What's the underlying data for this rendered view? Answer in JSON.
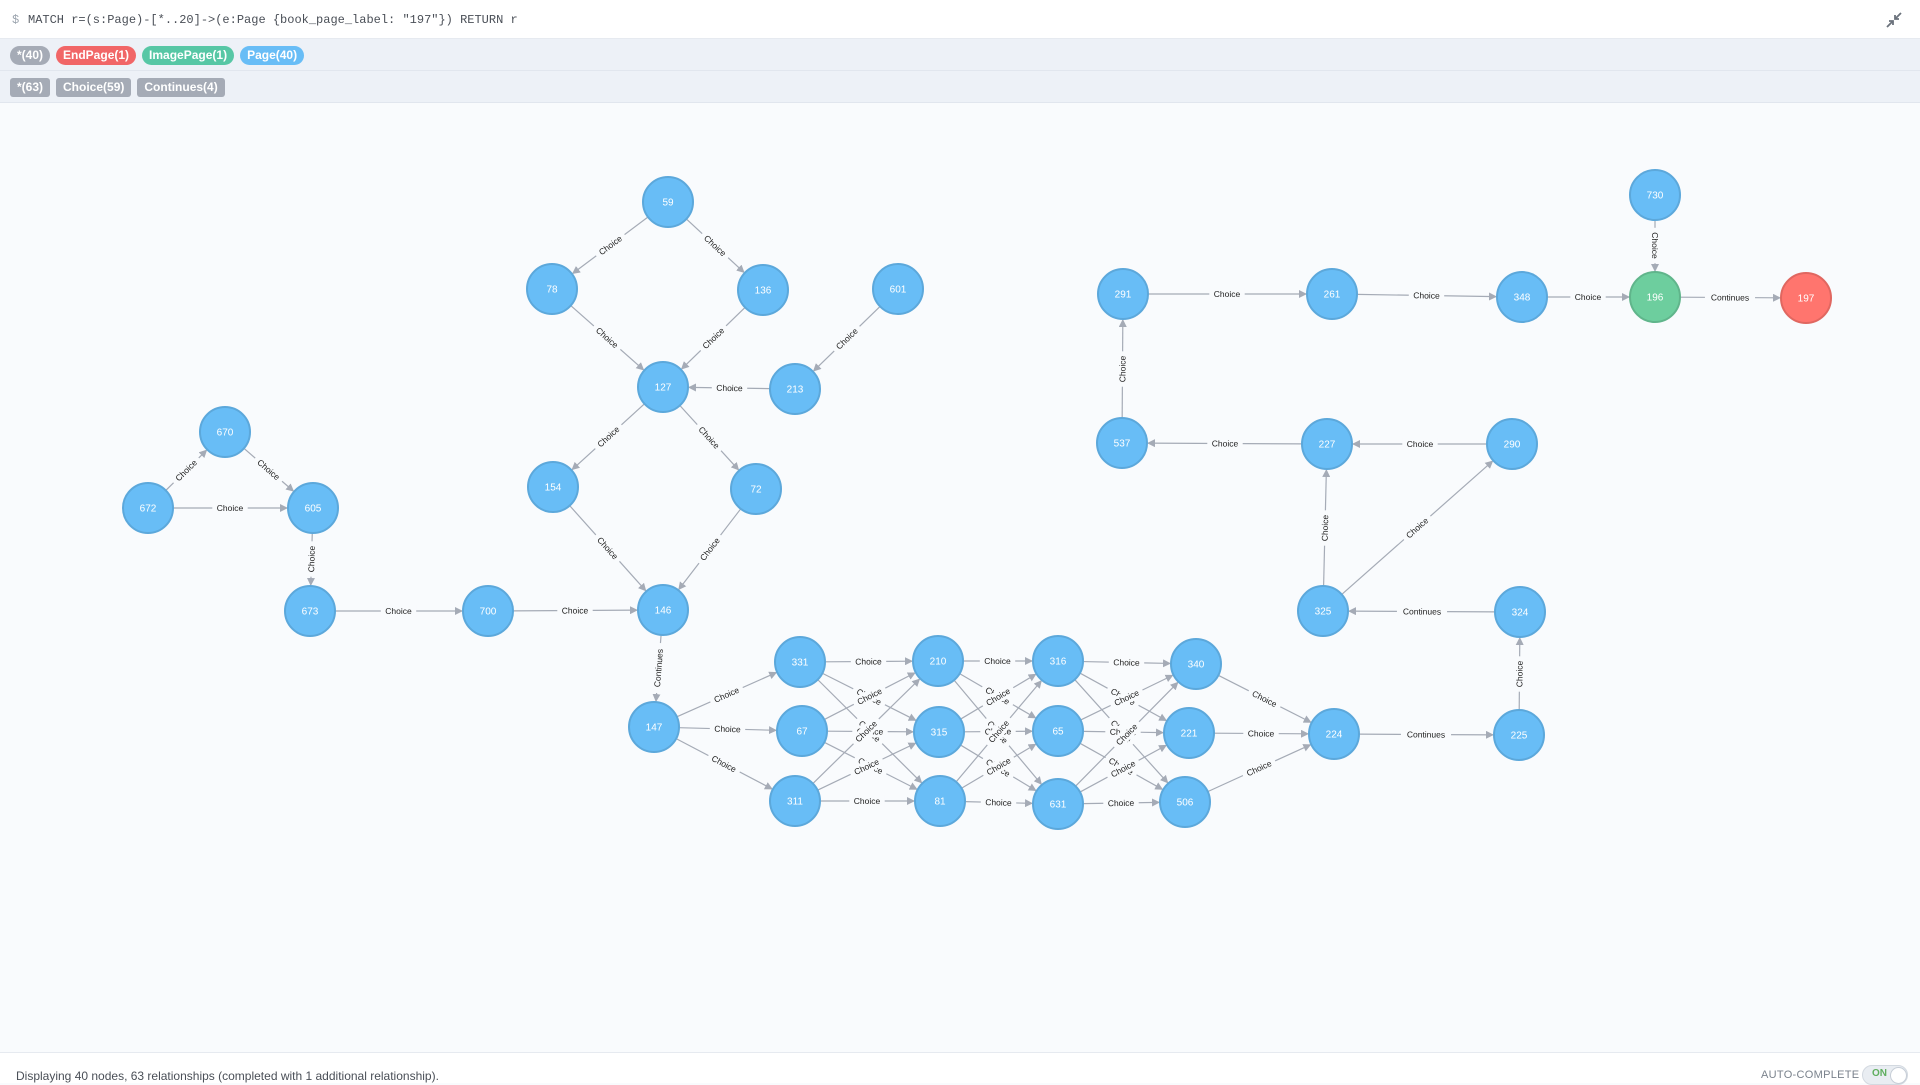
{
  "query": {
    "prompt": "$",
    "text": "MATCH r=(s:Page)-[*..20]->(e:Page {book_page_label: \"197\"}) RETURN r"
  },
  "node_labels": [
    {
      "text": "*(40)",
      "color": "#a5abb6"
    },
    {
      "text": "EndPage(1)",
      "color": "#f16667"
    },
    {
      "text": "ImagePage(1)",
      "color": "#57c7a5"
    },
    {
      "text": "Page(40)",
      "color": "#68bdf6"
    }
  ],
  "relationship_types": [
    {
      "text": "*(63)",
      "color": "#a5abb6"
    },
    {
      "text": "Choice(59)",
      "color": "#a5abb6"
    },
    {
      "text": "Continues(4)",
      "color": "#a5abb6"
    }
  ],
  "colors": {
    "page": "#68bdf6",
    "page_border": "#5ca8db",
    "image_page": "#6dce9e",
    "image_page_border": "#60b58b",
    "end_page": "#ff756e",
    "end_page_border": "#e06760",
    "edge": "#a5abb6"
  },
  "graph": {
    "nodes": [
      {
        "id": "59",
        "type": "page"
      },
      {
        "id": "78",
        "type": "page"
      },
      {
        "id": "136",
        "type": "page"
      },
      {
        "id": "601",
        "type": "page"
      },
      {
        "id": "127",
        "type": "page"
      },
      {
        "id": "213",
        "type": "page"
      },
      {
        "id": "154",
        "type": "page"
      },
      {
        "id": "72",
        "type": "page"
      },
      {
        "id": "670",
        "type": "page"
      },
      {
        "id": "672",
        "type": "page"
      },
      {
        "id": "605",
        "type": "page"
      },
      {
        "id": "673",
        "type": "page"
      },
      {
        "id": "700",
        "type": "page"
      },
      {
        "id": "146",
        "type": "page"
      },
      {
        "id": "147",
        "type": "page"
      },
      {
        "id": "331",
        "type": "page"
      },
      {
        "id": "67",
        "type": "page"
      },
      {
        "id": "311",
        "type": "page"
      },
      {
        "id": "210",
        "type": "page"
      },
      {
        "id": "315",
        "type": "page"
      },
      {
        "id": "81",
        "type": "page"
      },
      {
        "id": "316",
        "type": "page"
      },
      {
        "id": "65",
        "type": "page"
      },
      {
        "id": "631",
        "type": "page"
      },
      {
        "id": "340",
        "type": "page"
      },
      {
        "id": "221",
        "type": "page"
      },
      {
        "id": "506",
        "type": "page"
      },
      {
        "id": "224",
        "type": "page"
      },
      {
        "id": "225",
        "type": "page"
      },
      {
        "id": "324",
        "type": "page"
      },
      {
        "id": "325",
        "type": "page"
      },
      {
        "id": "227",
        "type": "page"
      },
      {
        "id": "290",
        "type": "page"
      },
      {
        "id": "537",
        "type": "page"
      },
      {
        "id": "291",
        "type": "page"
      },
      {
        "id": "261",
        "type": "page"
      },
      {
        "id": "348",
        "type": "page"
      },
      {
        "id": "730",
        "type": "page"
      },
      {
        "id": "196",
        "type": "image"
      },
      {
        "id": "197",
        "type": "end"
      }
    ],
    "edges": [
      {
        "from": "59",
        "to": "78",
        "type": "Choice"
      },
      {
        "from": "59",
        "to": "136",
        "type": "Choice"
      },
      {
        "from": "78",
        "to": "127",
        "type": "Choice"
      },
      {
        "from": "136",
        "to": "127",
        "type": "Choice"
      },
      {
        "from": "601",
        "to": "213",
        "type": "Choice"
      },
      {
        "from": "213",
        "to": "127",
        "type": "Choice"
      },
      {
        "from": "127",
        "to": "154",
        "type": "Choice"
      },
      {
        "from": "127",
        "to": "72",
        "type": "Choice"
      },
      {
        "from": "154",
        "to": "146",
        "type": "Choice"
      },
      {
        "from": "72",
        "to": "146",
        "type": "Choice"
      },
      {
        "from": "672",
        "to": "670",
        "type": "Choice"
      },
      {
        "from": "670",
        "to": "605",
        "type": "Choice"
      },
      {
        "from": "672",
        "to": "605",
        "type": "Choice"
      },
      {
        "from": "605",
        "to": "673",
        "type": "Choice"
      },
      {
        "from": "673",
        "to": "700",
        "type": "Choice"
      },
      {
        "from": "700",
        "to": "146",
        "type": "Choice"
      },
      {
        "from": "146",
        "to": "147",
        "type": "Continues"
      },
      {
        "from": "147",
        "to": "331",
        "type": "Choice"
      },
      {
        "from": "147",
        "to": "67",
        "type": "Choice"
      },
      {
        "from": "147",
        "to": "311",
        "type": "Choice"
      },
      {
        "from": "331",
        "to": "210",
        "type": "Choice"
      },
      {
        "from": "331",
        "to": "315",
        "type": "Choice"
      },
      {
        "from": "331",
        "to": "81",
        "type": "Choice"
      },
      {
        "from": "67",
        "to": "210",
        "type": "Choice"
      },
      {
        "from": "67",
        "to": "315",
        "type": "Choice"
      },
      {
        "from": "67",
        "to": "81",
        "type": "Choice"
      },
      {
        "from": "311",
        "to": "210",
        "type": "Choice"
      },
      {
        "from": "311",
        "to": "315",
        "type": "Choice"
      },
      {
        "from": "311",
        "to": "81",
        "type": "Choice"
      },
      {
        "from": "210",
        "to": "316",
        "type": "Choice"
      },
      {
        "from": "210",
        "to": "65",
        "type": "Choice"
      },
      {
        "from": "210",
        "to": "631",
        "type": "Choice"
      },
      {
        "from": "315",
        "to": "316",
        "type": "Choice"
      },
      {
        "from": "315",
        "to": "65",
        "type": "Choice"
      },
      {
        "from": "315",
        "to": "631",
        "type": "Choice"
      },
      {
        "from": "81",
        "to": "316",
        "type": "Choice"
      },
      {
        "from": "81",
        "to": "65",
        "type": "Choice"
      },
      {
        "from": "81",
        "to": "631",
        "type": "Choice"
      },
      {
        "from": "316",
        "to": "340",
        "type": "Choice"
      },
      {
        "from": "316",
        "to": "221",
        "type": "Choice"
      },
      {
        "from": "316",
        "to": "506",
        "type": "Choice"
      },
      {
        "from": "65",
        "to": "340",
        "type": "Choice"
      },
      {
        "from": "65",
        "to": "221",
        "type": "Choice"
      },
      {
        "from": "65",
        "to": "506",
        "type": "Choice"
      },
      {
        "from": "631",
        "to": "340",
        "type": "Choice"
      },
      {
        "from": "631",
        "to": "221",
        "type": "Choice"
      },
      {
        "from": "631",
        "to": "506",
        "type": "Choice"
      },
      {
        "from": "340",
        "to": "224",
        "type": "Choice"
      },
      {
        "from": "221",
        "to": "224",
        "type": "Choice"
      },
      {
        "from": "506",
        "to": "224",
        "type": "Choice"
      },
      {
        "from": "224",
        "to": "225",
        "type": "Continues"
      },
      {
        "from": "225",
        "to": "324",
        "type": "Choice"
      },
      {
        "from": "324",
        "to": "325",
        "type": "Continues"
      },
      {
        "from": "325",
        "to": "227",
        "type": "Choice"
      },
      {
        "from": "325",
        "to": "290",
        "type": "Choice"
      },
      {
        "from": "290",
        "to": "227",
        "type": "Choice"
      },
      {
        "from": "227",
        "to": "537",
        "type": "Choice"
      },
      {
        "from": "537",
        "to": "291",
        "type": "Choice"
      },
      {
        "from": "291",
        "to": "261",
        "type": "Choice"
      },
      {
        "from": "261",
        "to": "348",
        "type": "Choice"
      },
      {
        "from": "348",
        "to": "196",
        "type": "Choice"
      },
      {
        "from": "730",
        "to": "196",
        "type": "Choice"
      },
      {
        "from": "196",
        "to": "197",
        "type": "Continues"
      }
    ]
  },
  "status": {
    "text": "Displaying 40 nodes, 63 relationships (completed with 1 additional relationship).",
    "autocomplete_label": "AUTO-COMPLETE",
    "toggle_state": "ON"
  }
}
